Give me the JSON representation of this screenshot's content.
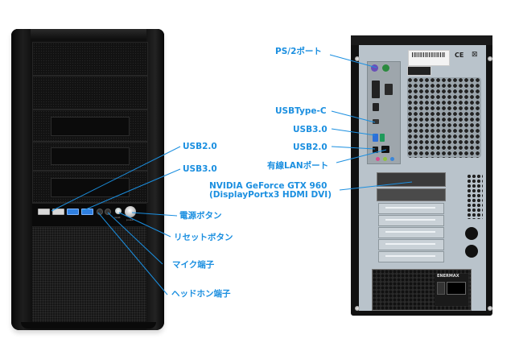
{
  "figure": {
    "subject": "PC case front and rear port layout",
    "accent_color": "#1b8fe0"
  },
  "front_panel": {
    "labels": [
      {
        "id": "usb2",
        "text": "USB2.0"
      },
      {
        "id": "usb3",
        "text": "USB3.0"
      },
      {
        "id": "power",
        "text": "電源ボタン"
      },
      {
        "id": "reset",
        "text": "リセットボタン"
      },
      {
        "id": "mic",
        "text": "マイク端子"
      },
      {
        "id": "headphone",
        "text": "ヘッドホン端子"
      }
    ],
    "io_strip_text": {
      "reset_caption": "reset",
      "power_caption": "power"
    }
  },
  "rear_panel": {
    "labels": [
      {
        "id": "ps2",
        "text": "PS/2ポート"
      },
      {
        "id": "usb_type_c",
        "text": "USBType-C"
      },
      {
        "id": "usb3",
        "text": "USB3.0"
      },
      {
        "id": "usb2",
        "text": "USB2.0"
      },
      {
        "id": "lan",
        "text": "有線LANポート"
      },
      {
        "id": "gpu_line1",
        "text": "NVIDIA GeForce GTX 960"
      },
      {
        "id": "gpu_line2",
        "text": "(DisplayPortx3 HDMI DVI)"
      }
    ],
    "markings": {
      "ce": "CE",
      "weee": "⊠",
      "psu_brand": "ENERMAX"
    }
  }
}
